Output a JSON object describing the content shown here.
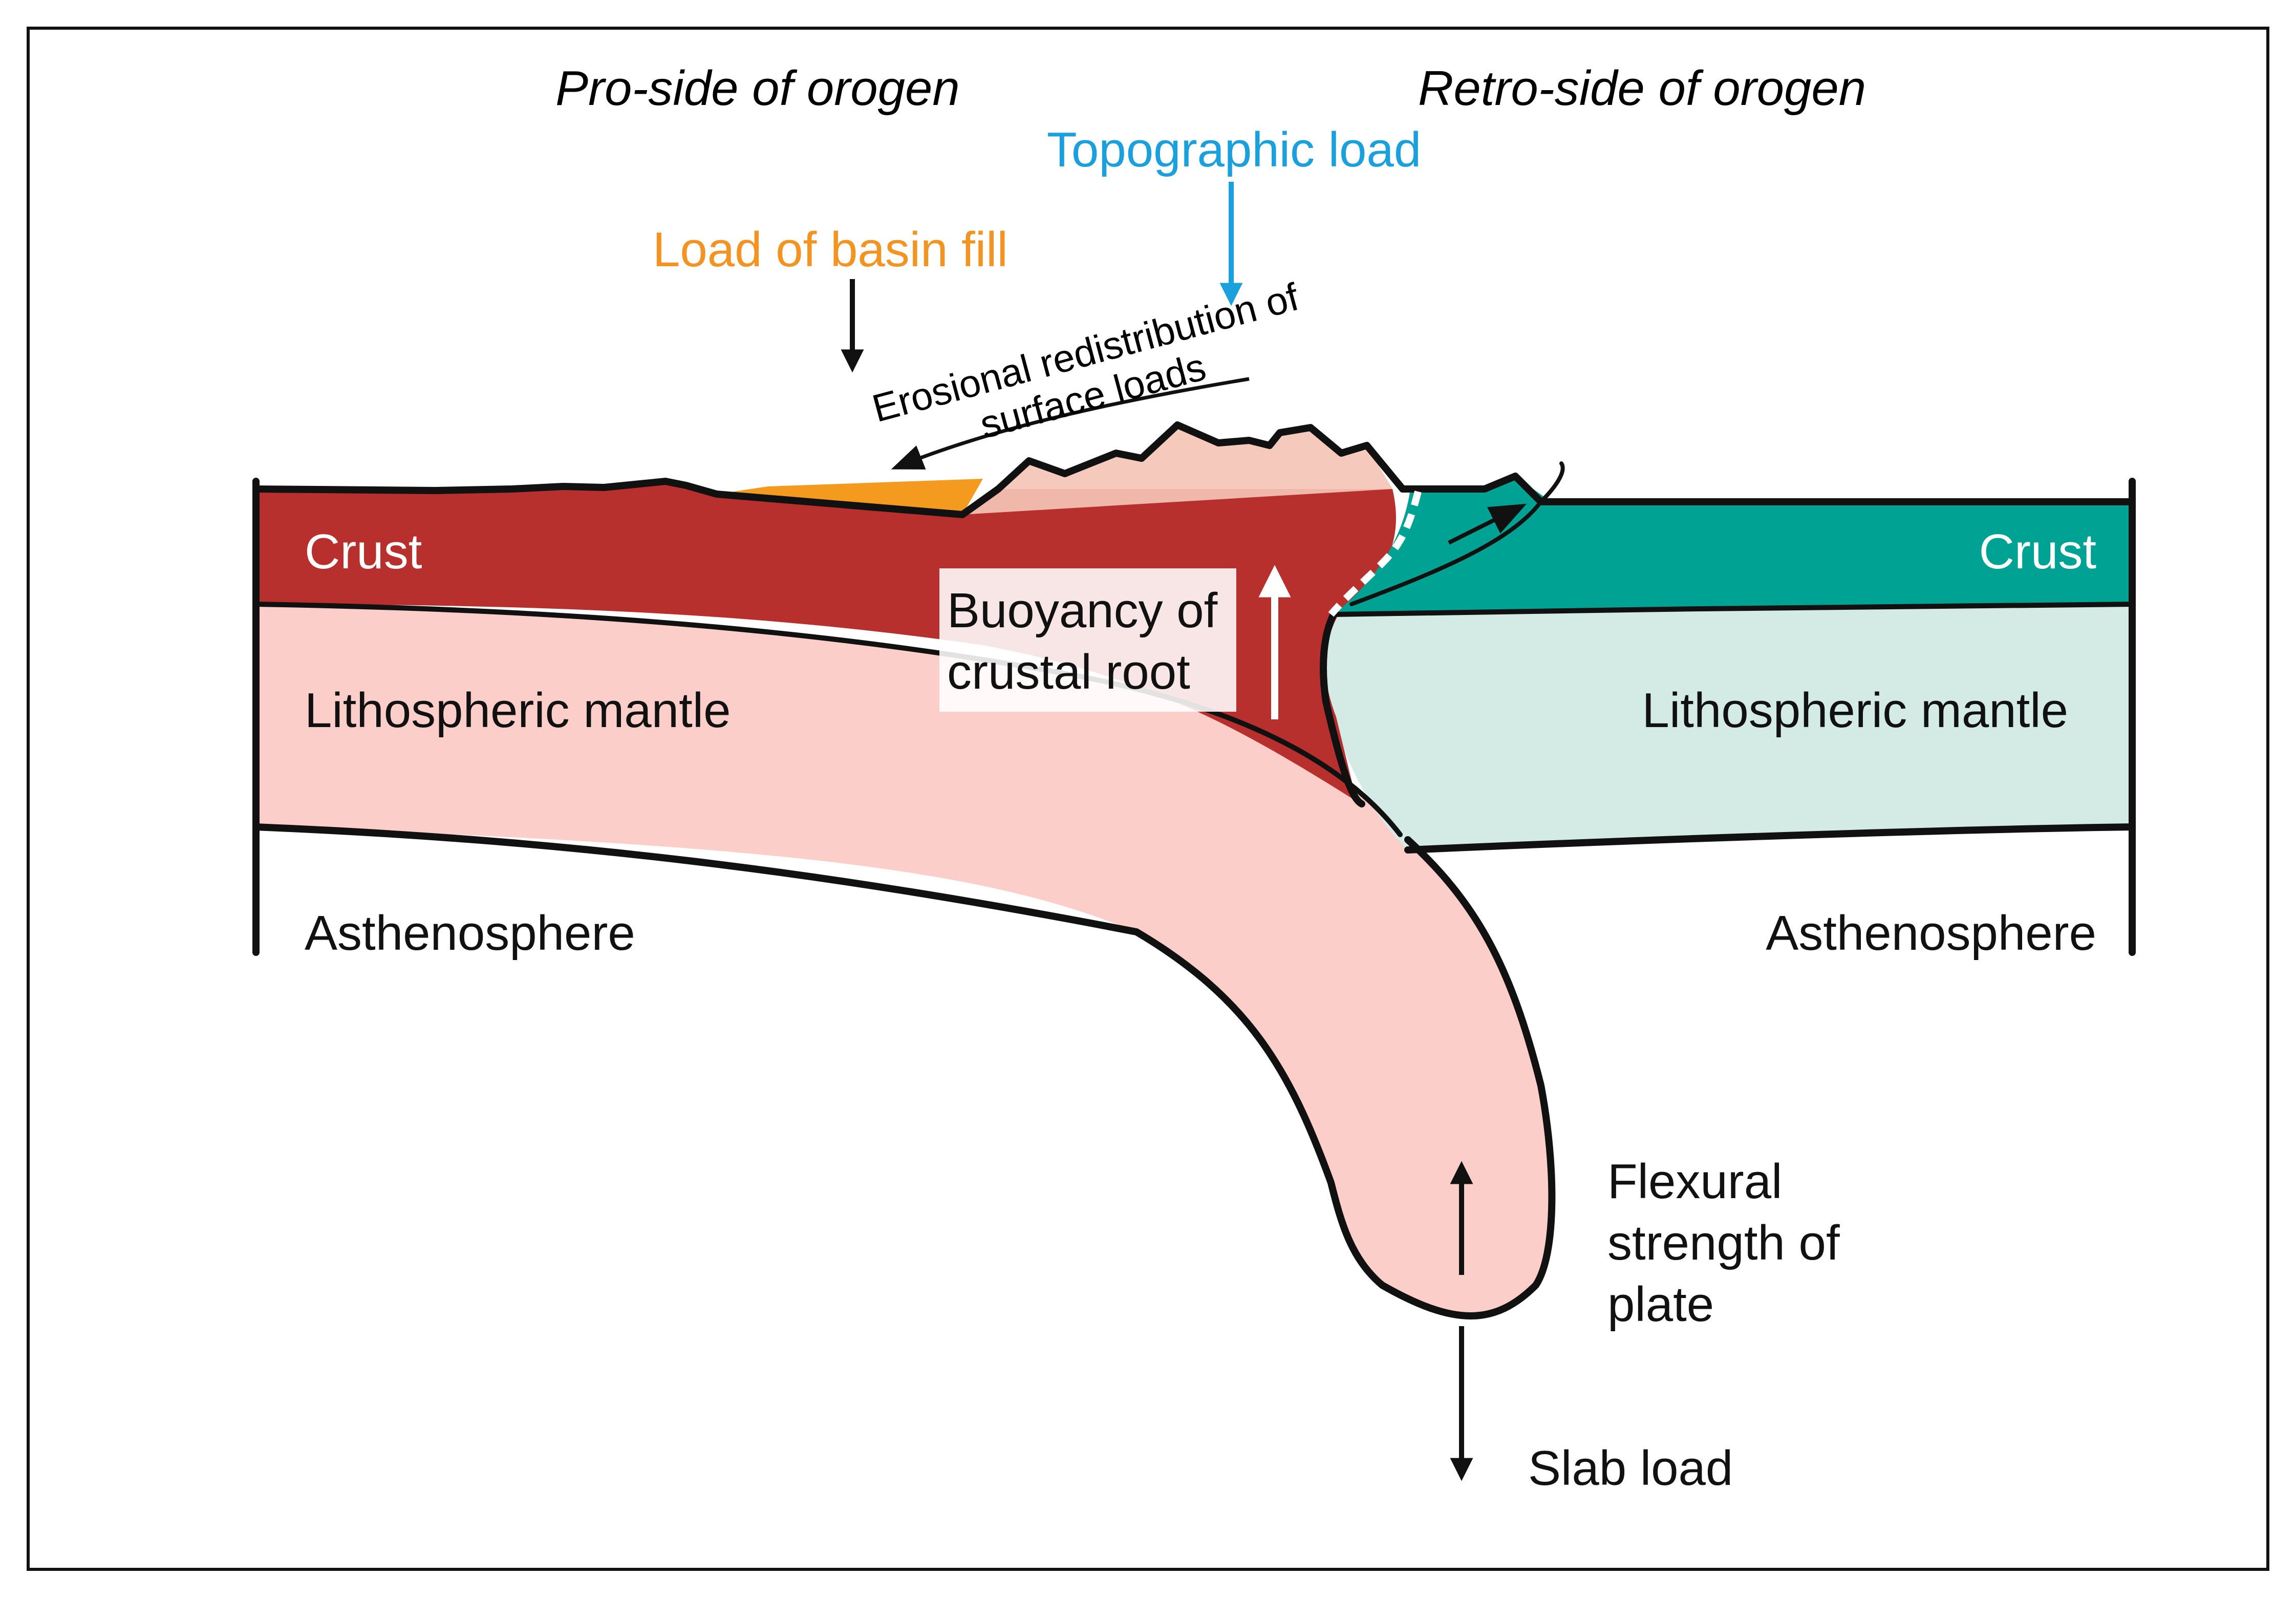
{
  "labels": {
    "pro_side": "Pro-side of orogen",
    "retro_side": "Retro-side of orogen",
    "topographic_load": "Topographic load",
    "load_basin_fill": "Load of basin fill",
    "erosion_line1": "Erosional redistribution of",
    "erosion_line2": "surface loads",
    "crust_left": "Crust",
    "crust_right": "Crust",
    "buoyancy_line1": "Buoyancy of",
    "buoyancy_line2": "crustal root",
    "litho_left": "Lithospheric mantle",
    "litho_right": "Lithospheric mantle",
    "astheno_left": "Asthenosphere",
    "astheno_right": "Asthenosphere",
    "flexural_line1": "Flexural",
    "flexural_line2": "strength of",
    "flexural_line3": "plate",
    "slab_load": "Slab load"
  },
  "colors": {
    "crust_pro": "#B8302D",
    "crust_retro": "#00A393",
    "mantle_pro": "#FBCEC9",
    "mantle_retro": "#D4EBE5",
    "topography": "#F4C4B6",
    "basin_fill": "#F49A1E",
    "topographic_load_text": "#1AA0DC",
    "basin_fill_text": "#F39322",
    "outline": "#111111"
  }
}
